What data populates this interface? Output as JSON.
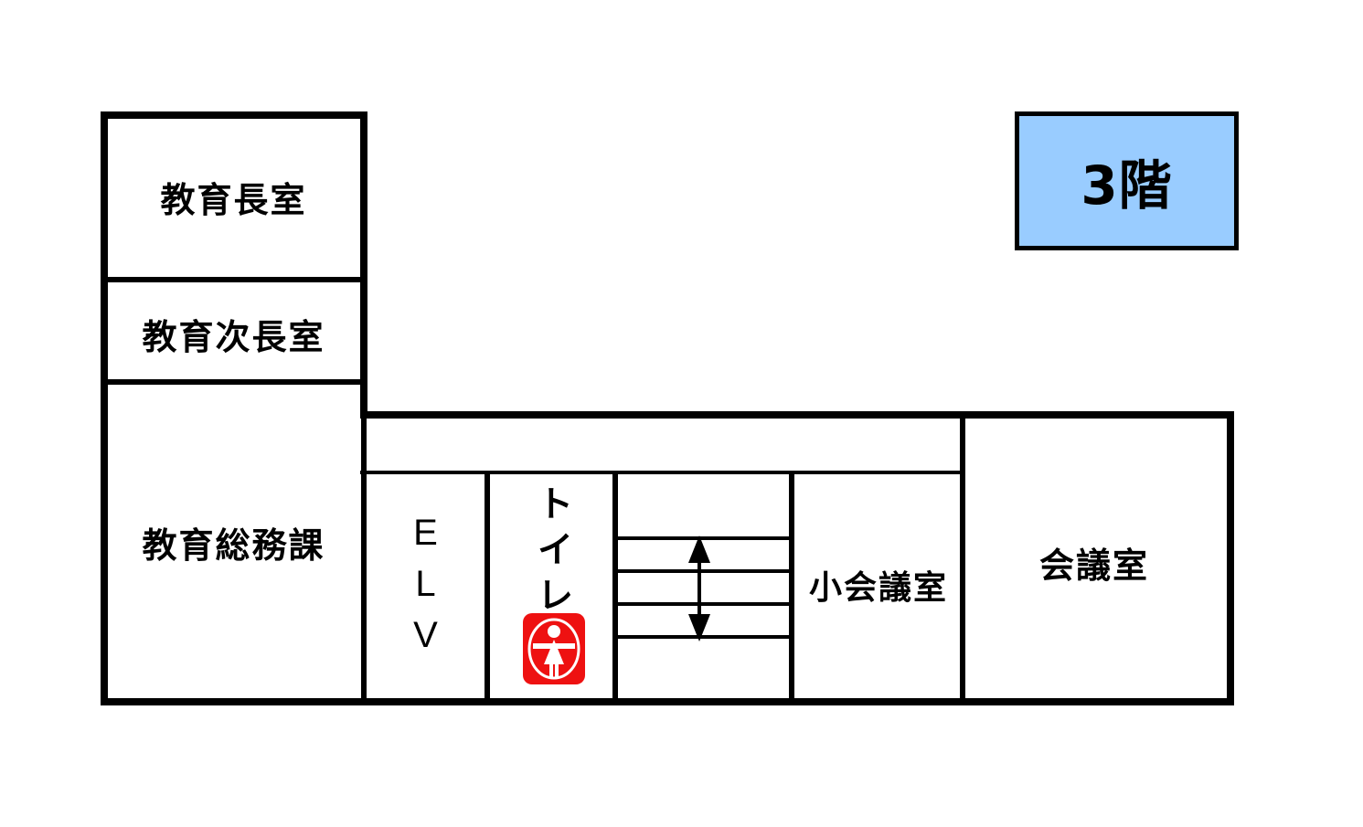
{
  "diagram": {
    "kind": "floor-plan",
    "floor_badge": {
      "label": "3階",
      "fill_color": "#99ccff",
      "border_color": "#000000"
    },
    "rooms": [
      {
        "id": "superintendent-office",
        "label": "教育長室",
        "orientation": "horizontal"
      },
      {
        "id": "deputy-superintendent-office",
        "label": "教育次長室",
        "orientation": "horizontal"
      },
      {
        "id": "education-general-affairs",
        "label": "教育総務課",
        "orientation": "horizontal"
      },
      {
        "id": "elevator",
        "label": "ELV",
        "orientation": "vertical"
      },
      {
        "id": "restroom",
        "label": "トイレ",
        "orientation": "vertical"
      },
      {
        "id": "small-meeting-room",
        "label": "小会議室",
        "orientation": "horizontal"
      },
      {
        "id": "meeting-room",
        "label": "会議室",
        "orientation": "horizontal"
      }
    ],
    "icons": {
      "restroom_pictogram": {
        "name": "female-restroom-icon",
        "background_color": "#ee1111",
        "figure_color": "#ffffff"
      },
      "stair_arrow": {
        "name": "stair-up-down-arrow-icon",
        "color": "#000000"
      }
    },
    "stairs": {
      "name": "staircase",
      "step_count": 4
    },
    "wall_color": "#000000",
    "background_color": "#ffffff"
  }
}
